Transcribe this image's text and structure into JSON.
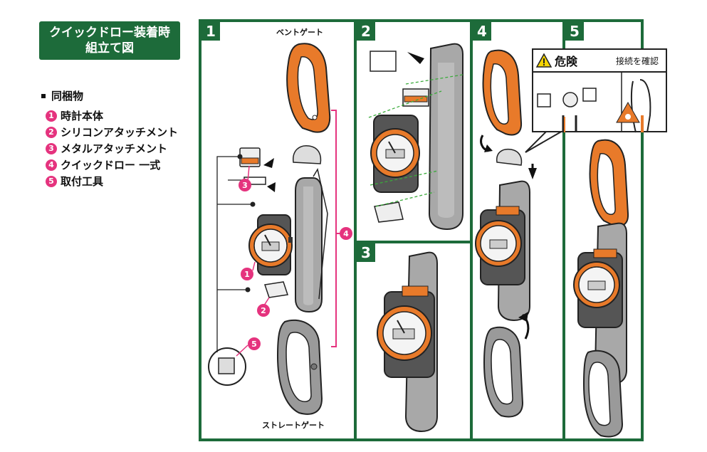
{
  "title": {
    "line1": "クイックドロー装着時",
    "line2": "組立て図"
  },
  "contents": {
    "header": "同梱物",
    "items": [
      {
        "num": "1",
        "label": "時計本体"
      },
      {
        "num": "2",
        "label": "シリコンアタッチメント"
      },
      {
        "num": "3",
        "label": "メタルアタッチメント"
      },
      {
        "num": "4",
        "label": "クイックドロー 一式"
      },
      {
        "num": "5",
        "label": "取付工具"
      }
    ]
  },
  "steps": {
    "s1": {
      "num": "1",
      "top_caption": "ベントゲート",
      "bottom_caption": "ストレートゲート"
    },
    "s2": {
      "num": "2"
    },
    "s3": {
      "num": "3"
    },
    "s4": {
      "num": "4"
    },
    "s5": {
      "num": "5"
    }
  },
  "callouts": {
    "c1": "1",
    "c2": "2",
    "c3": "3",
    "c4": "4",
    "c5": "5"
  },
  "warning": {
    "danger": "危険",
    "check": "接続を確認"
  },
  "colors": {
    "green": "#1d6b3a",
    "orange": "#e87a2a",
    "pink": "#e5337e",
    "gray": "#9a9a9a",
    "band": "#a8a8a8"
  }
}
